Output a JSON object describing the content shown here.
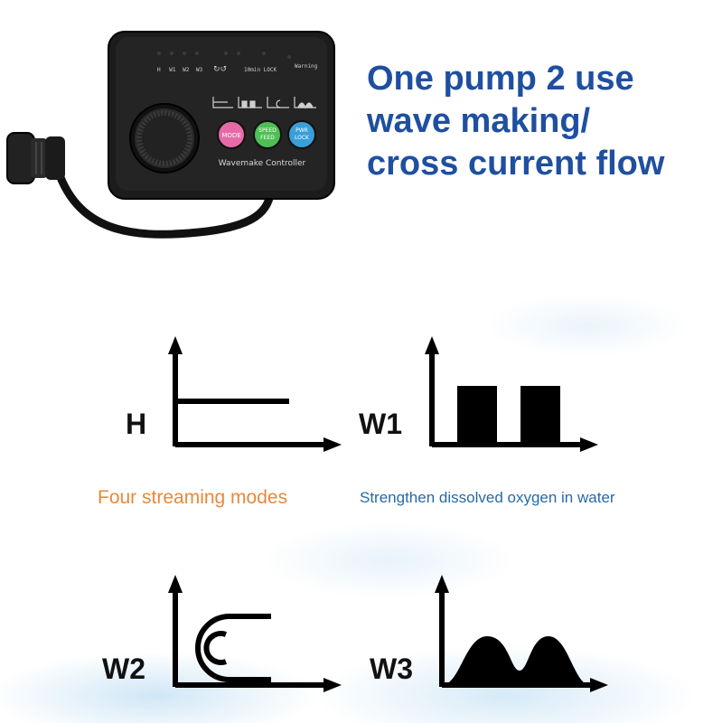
{
  "headline": {
    "line1": "One pump 2 use",
    "line2": "wave making/",
    "line3": "cross current flow"
  },
  "device": {
    "indicator_labels": [
      "H",
      "W1",
      "W2",
      "W3"
    ],
    "timer_label": "10min LOCK",
    "warning_label": "Warning",
    "buttons": [
      {
        "label": "MODE",
        "color": "#e66aa8"
      },
      {
        "label": "SPEED\nFEED",
        "color": "#4fbf55"
      },
      {
        "label": "PWR\nLOCK",
        "color": "#3a9fd8"
      }
    ],
    "panel_label": "Wavemake Controller"
  },
  "modes": [
    {
      "label": "H"
    },
    {
      "label": "W1"
    },
    {
      "label": "W2"
    },
    {
      "label": "W3"
    }
  ],
  "captions": {
    "left": "Four streaming modes",
    "right": "Strengthen dissolved oxygen in water",
    "left_color": "#e8893a",
    "right_color": "#2569a8"
  },
  "colors": {
    "headline": "#1f4fa0",
    "device_body": "#1c1c1c"
  }
}
